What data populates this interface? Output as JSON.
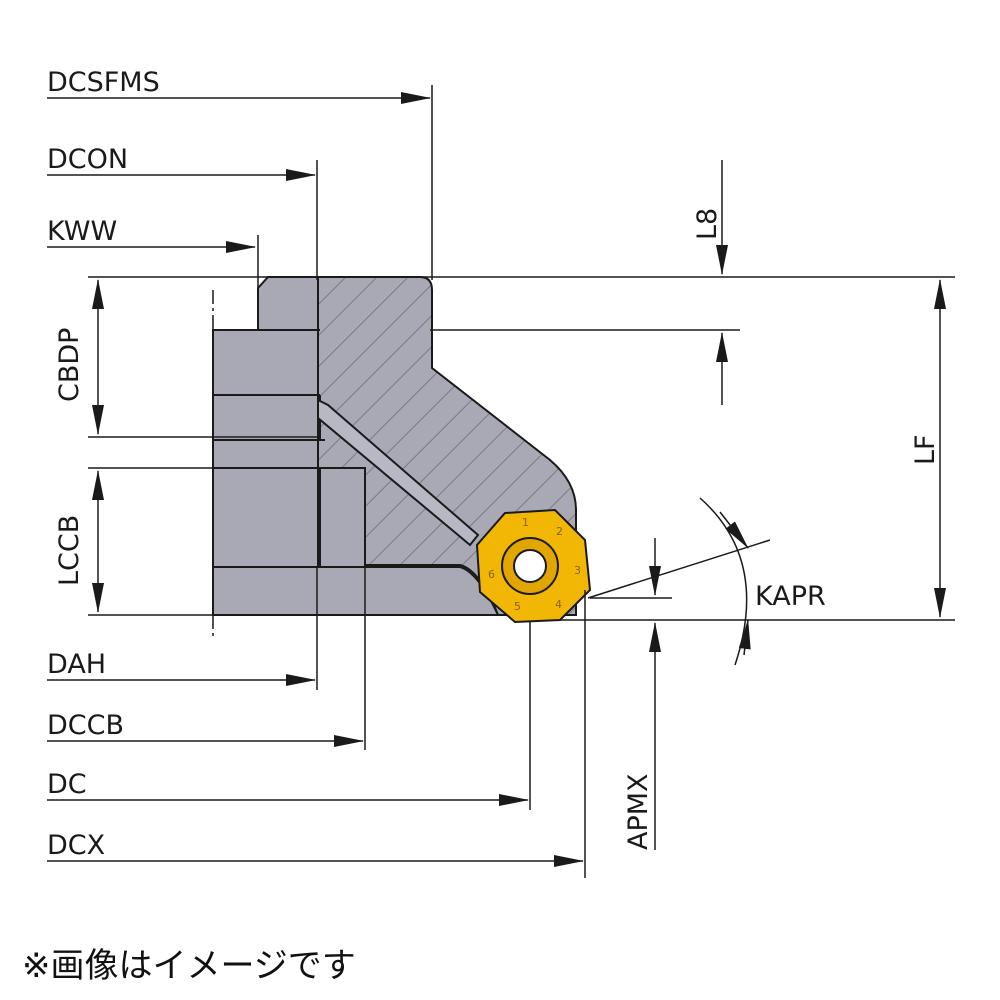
{
  "labels": {
    "dcsfms": "DCSFMS",
    "dcon": "DCON",
    "kww": "KWW",
    "cbdp": "CBDP",
    "lccb": "LCCB",
    "dah": "DAH",
    "dccb": "DCCB",
    "dc": "DC",
    "dcx": "DCX",
    "l8": "L8",
    "lf": "LF",
    "kapr": "KAPR",
    "apmx": "APMX"
  },
  "note": "※画像はイメージです",
  "colors": {
    "body": "#a9a9b5",
    "section_hatch": "#8e8e9a",
    "insert": "#f2b705",
    "insert_dark": "#c98f00",
    "line": "#1a1a1a"
  }
}
